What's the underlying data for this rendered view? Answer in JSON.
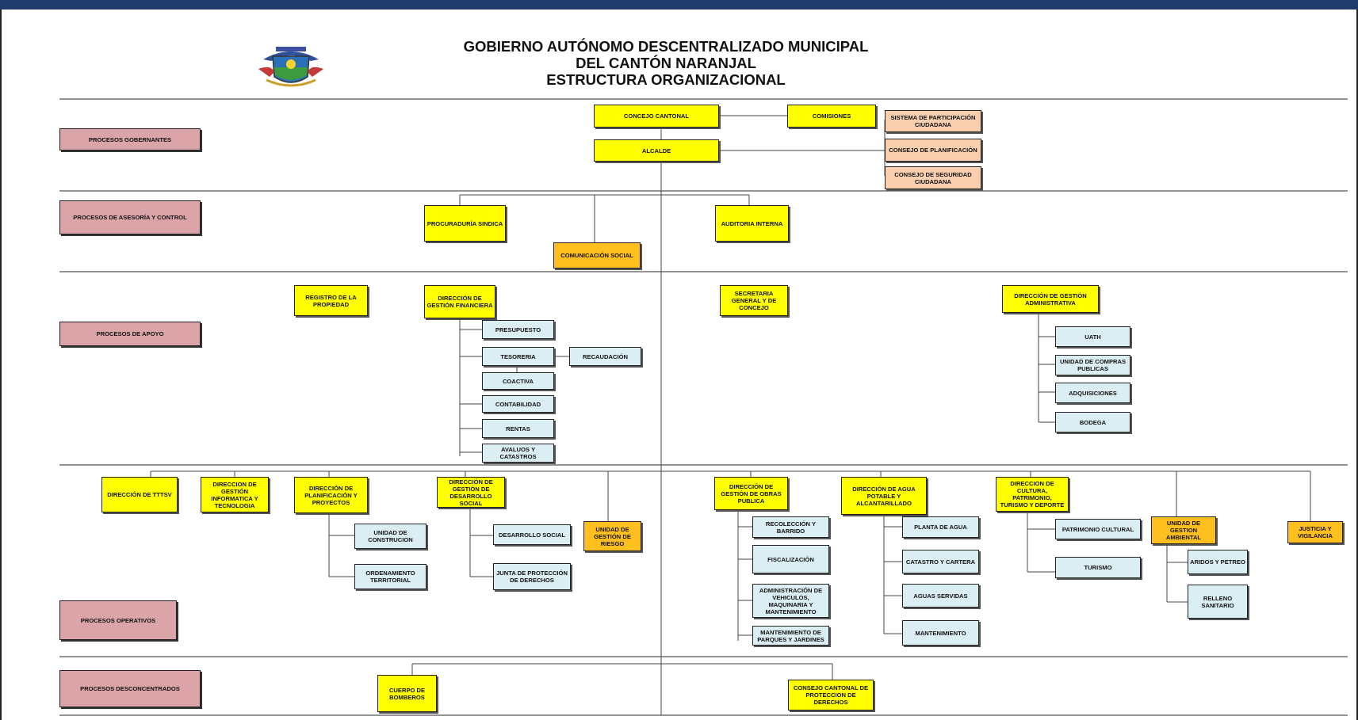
{
  "window": {
    "title": "GOBIERNO AUTÓNOMO DESCENTRALIZADO MUNICIPAL DEL CANTÓN NARANJAL"
  },
  "header": {
    "title_lines": [
      "GOBIERNO AUTÓNOMO DESCENTRALIZADO MUNICIPAL",
      "DEL CANTÓN NARANJAL",
      "ESTRUCTURA ORGANIZACIONAL"
    ]
  },
  "logo": {
    "icon": "municipal-coat-of-arms-icon"
  },
  "colors": {
    "governing": "#ffff00",
    "support_unit": "#ffbf1f",
    "citizen_participation": "#f9cfaf",
    "sub_unit": "#dbeef4",
    "process_label": "#dba4a8"
  },
  "processes": {
    "gobernantes": "PROCESOS GOBERNANTES",
    "asesoria": "PROCESOS DE ASESORÍA Y CONTROL",
    "apoyo": "PROCESOS DE APOYO",
    "operativos": "PROCESOS OPERATIVOS",
    "desconcentrados": "PROCESOS DESCONCENTRADOS"
  },
  "gobernantes": {
    "concejo": "CONCEJO CANTONAL",
    "comisiones": "COMISIONES",
    "alcalde": "ALCALDE",
    "sistema": "SISTEMA DE PARTICIPACIÓN CIUDADANA",
    "consejo_planificacion": "CONSEJO DE PLANIFICACIÓN",
    "consejo_seguridad": "CONSEJO DE SEGURIDAD CIUDADANA"
  },
  "asesoria": {
    "procuraduria": "PROCURADURÍA SINDICA",
    "comunicacion": "COMUNICACIÓN SOCIAL",
    "auditoria": "AUDITORIA INTERNA"
  },
  "apoyo": {
    "registro": "REGISTRO DE LA PROPIEDAD",
    "financiera": "DIRECCIÓN DE GESTIÓN FINANCIERA",
    "secretaria": "SECRETARIA GENERAL Y DE CONCEJO",
    "administrativa": "DIRECCIÓN DE GESTIÓN ADMINISTRATIVA",
    "presupuesto": "PRESUPUESTO",
    "tesoreria": "TESORERIA",
    "recaudacion": "RECAUDACIÓN",
    "coactiva": "COACTIVA",
    "contabilidad": "CONTABILIDAD",
    "rentas": "RENTAS",
    "avaluos": "AVALUOS Y CATASTROS",
    "uath": "UATH",
    "compras": "UNIDAD DE COMPRAS PUBLICAS",
    "adquisiciones": "ADQUISICIONES",
    "bodega": "BODEGA"
  },
  "operativos": {
    "tttsv": "DIRECCIÓN DE TTTSV",
    "informatica": "DIRECCION DE GESTIÓN INFORMATICA Y TECNOLOGIA",
    "planificacion": "DIRECCIÓN DE PLANIFICACIÓN Y PROYECTOS",
    "desarrollo": "DIRECCIÓN DE GESTIÓN DE DESARROLLO SOCIAL",
    "riesgo": "UNIDAD DE GESTIÓN DE RIESGO",
    "obras": "DIRECCIÓN DE GESTIÓN DE OBRAS PUBLICA",
    "agua": "DIRECCIÓN DE AGUA POTABLE Y ALCANTARILLADO",
    "cultura": "DIRECCION DE CULTURA, PATRIMONIO, TURISMO Y DEPORTE",
    "ambiental": "UNIDAD DE GESTION AMBIENTAL",
    "justicia": "JUSTICIA Y VIGILANCIA",
    "construcion": "UNIDAD DE CONSTRUCION",
    "ordenamiento": "ORDENAMIENTO TERRITORIAL",
    "desarrollo_social": "DESARROLLO SOCIAL",
    "junta": "JUNTA DE PROTECCIÓN DE DERECHOS",
    "recoleccion": "RECOLECCIÓN Y BARRIDO",
    "fiscalizacion": "FISCALIZACIÓN",
    "vehiculos": "ADMINISTRACIÓN DE VEHICULOS, MAQUINARIA Y MANTENIMIENTO",
    "parques": "MANTENIMIENTO DE PARQUES Y JARDINES",
    "planta": "PLANTA DE AGUA",
    "catastro": "CATASTRO Y CARTERA",
    "servidas": "AGUAS SERVIDAS",
    "mantenimiento": "MANTENIMIENTO",
    "patrimonio": "PATRIMONIO CULTURAL",
    "turismo": "TURISMO",
    "aridos": "ARIDOS Y PETREO",
    "relleno": "RELLENO SANITARIO"
  },
  "desconcentrados": {
    "bomberos": "CUERPO DE BOMBEROS",
    "consejo_derechos": "CONSEJO CANTONAL DE PROTECCION DE DERECHOS"
  }
}
